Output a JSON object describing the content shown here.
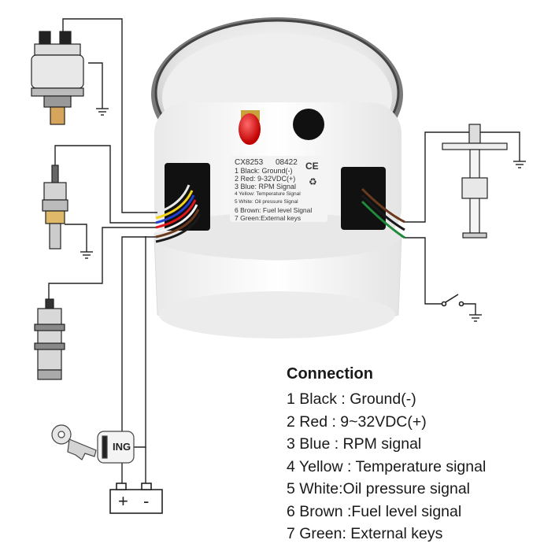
{
  "legend": {
    "title": "Connection",
    "items": [
      "1 Black : Ground(-)",
      "2 Red : 9~32VDC(+)",
      "3 Blue : RPM signal",
      "4 Yellow : Temperature signal",
      "5 White:Oil pressure signal",
      "6 Brown :Fuel level signal",
      "7 Green: External keys"
    ]
  },
  "gauge_label": {
    "model": "CX8253",
    "code": "08422",
    "ce_mark": "CE",
    "lines": [
      "1 Black: Ground(-)",
      "2 Red: 9-32VDC(+)",
      "3 Blue: RPM Signal",
      "4 Yellow: Temperature Signal",
      "5 White: Oil pressure Signal",
      "6 Brown: Fuel level Signal",
      "7 Green:External keys"
    ]
  },
  "ignition_label": "ING",
  "battery": {
    "plus": "+",
    "minus": "-"
  },
  "colors": {
    "wire_black": "#1a1a1a",
    "wire_red": "#e0161b",
    "wire_blue": "#1f3fd1",
    "wire_yellow": "#f2d21a",
    "wire_white": "#f4f4f4",
    "wire_brown": "#6b3a1e",
    "wire_green": "#1f8a3a",
    "line": "#222222",
    "gauge_body": "#f2f2f2",
    "connector": "#111111"
  },
  "icons": [
    "oil-pressure-sender-icon",
    "temperature-sensor-icon",
    "rpm-sensor-icon",
    "ignition-key-icon",
    "fuel-level-sender-icon",
    "switch-icon",
    "ground-icon",
    "battery-icon"
  ]
}
